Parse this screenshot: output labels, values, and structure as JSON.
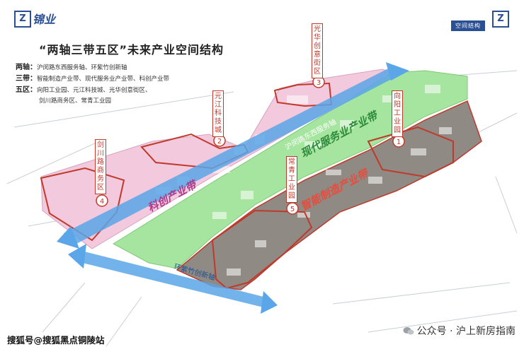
{
  "header": {
    "logo_mark": "Z",
    "logo_text": "锦业",
    "section_tag": "空间结构",
    "title": "“两轴三带五区”未来产业空间结构"
  },
  "legend": {
    "axes_key": "两轴：",
    "axes_value": "沪闵路东西服务轴、环紫竹创新轴",
    "belts_key": "三带：",
    "belts_value": "智能制造产业带、现代服务业产业带、科创产业带",
    "zones_key": "五区：",
    "zones_value_1": "向阳工业园、元江科技城、光华创意街区、",
    "zones_value_2": "剑川路商务区、常青工业园"
  },
  "map": {
    "zones": [
      {
        "number": "1",
        "name": "向阳工业园"
      },
      {
        "number": "2",
        "name": "元江科技城"
      },
      {
        "number": "3",
        "name": "光华创意街区"
      },
      {
        "number": "4",
        "name": "剑川路商务区"
      },
      {
        "number": "5",
        "name": "常青工业园"
      }
    ],
    "axis_labels": {
      "east_west": "沪闵路东西服务轴",
      "zizhu": "环紫竹创新轴"
    },
    "belt_labels": {
      "modern_service": "现代服务业产业带",
      "smart_manufacturing": "智能制造产业带",
      "sci_innovation": "科创产业带"
    },
    "colors": {
      "sci_belt": "#f2c9dd",
      "service_belt": "#a6e59f",
      "manufacturing_belt": "#8f8a84",
      "axis_blue": "#5aa6e8",
      "zone_outline": "#c0392b"
    }
  },
  "footer": {
    "left": "搜狐号@搜狐黑点铜陵站",
    "right": "公众号 · 沪上新房指南"
  }
}
